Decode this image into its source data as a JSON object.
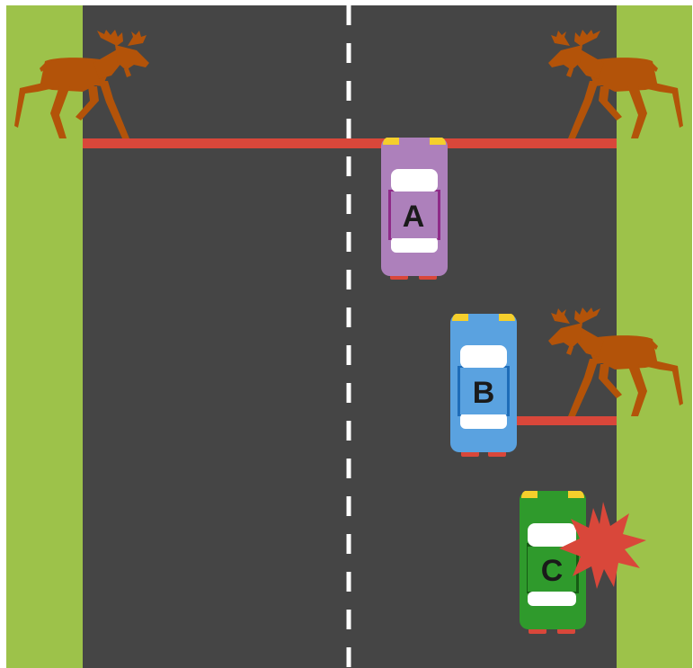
{
  "colors": {
    "background": "#ffffff",
    "grass": "#9dc24a",
    "road": "#454545",
    "lane_marking": "#ffffff",
    "stop_line": "#d9473a",
    "moose": "#b35309",
    "headlight": "#f5cf2c",
    "taillight": "#d9473a",
    "label_text": "#1a1a1a",
    "impact": "#d9473a"
  },
  "moose": [
    {
      "id": "moose-top-left",
      "facing": "right"
    },
    {
      "id": "moose-top-right",
      "facing": "left"
    },
    {
      "id": "moose-mid-right",
      "facing": "left"
    }
  ],
  "cars": [
    {
      "id": "A",
      "label": "A",
      "body_color": "#ad80bb",
      "accent_color": "#8e2a88"
    },
    {
      "id": "B",
      "label": "B",
      "body_color": "#5aa2e0",
      "accent_color": "#1e6cb8"
    },
    {
      "id": "C",
      "label": "C",
      "body_color": "#2f9a2c",
      "accent_color": "#165c14"
    }
  ],
  "impact_marker": {
    "near_car": "C",
    "shape": "starburst"
  }
}
